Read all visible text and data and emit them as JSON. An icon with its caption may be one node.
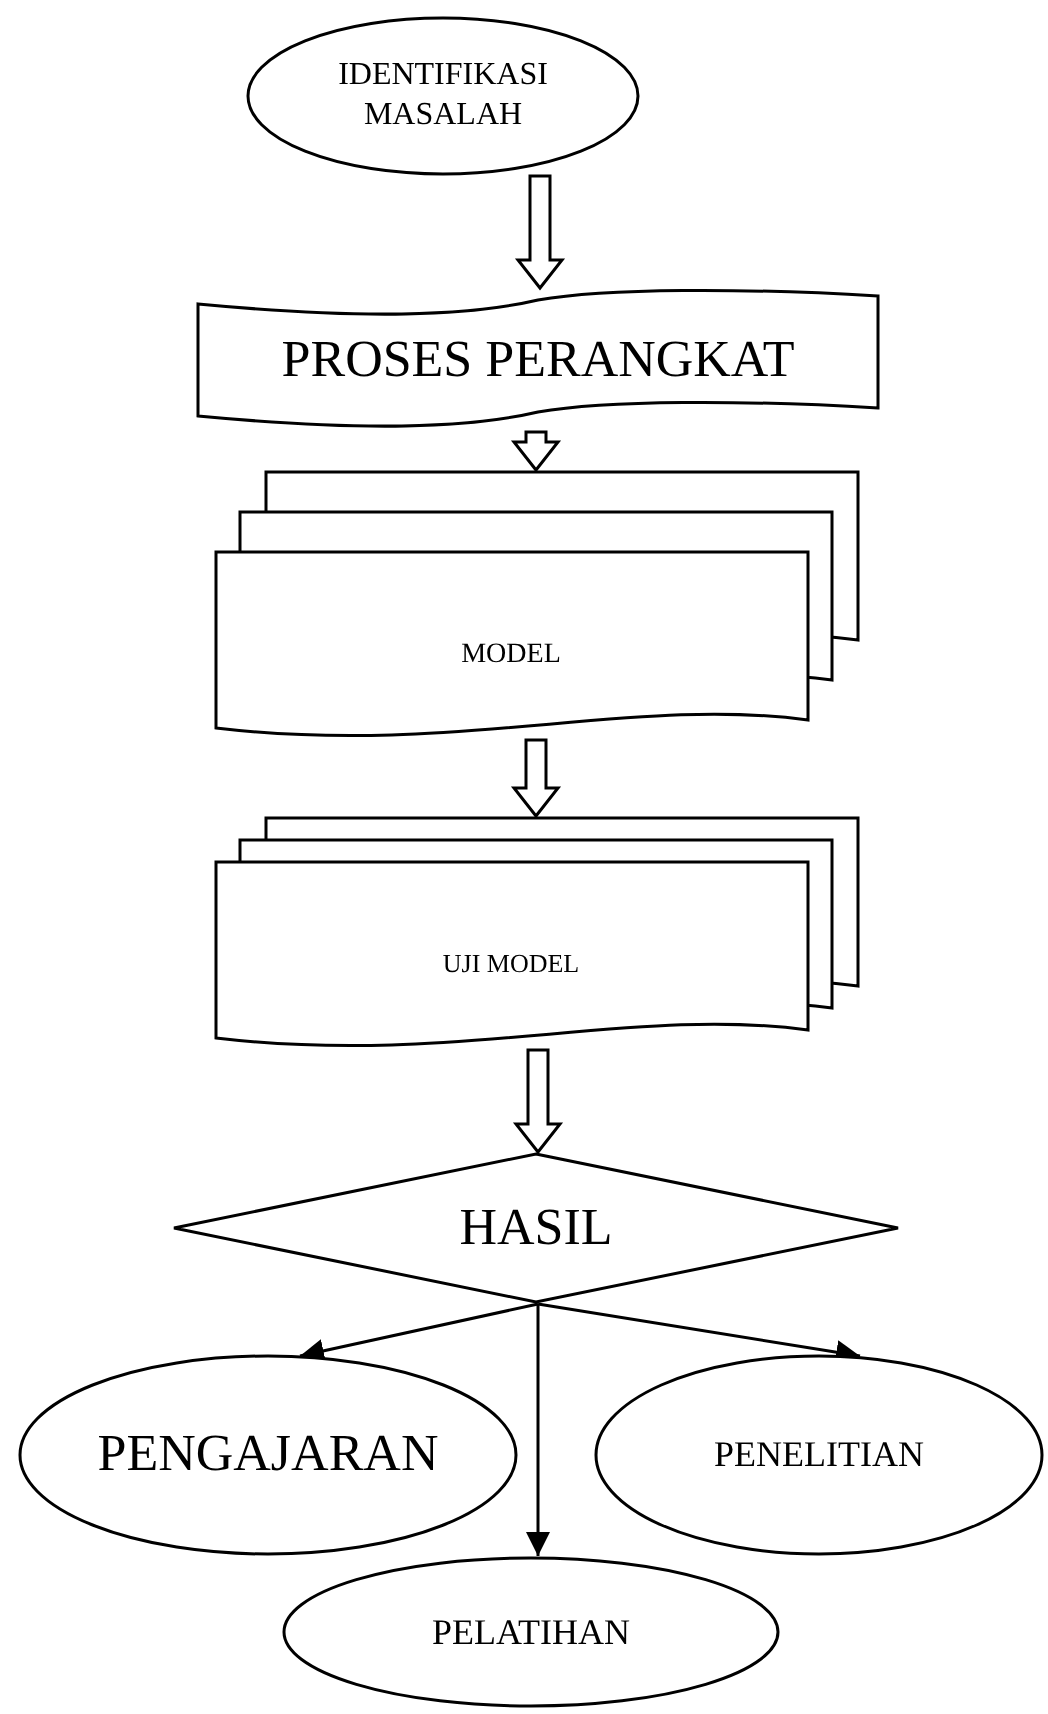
{
  "diagram": {
    "nodes": [
      {
        "text": [
          "IDENTIFIKASI MASALAH"
        ]
      },
      {
        "text": [
          "PROSES PERANGKAT"
        ]
      },
      {
        "text": [
          "MODEL"
        ]
      },
      {
        "text": [
          "UJI MODEL"
        ]
      },
      {
        "text": [
          "HASIL"
        ]
      },
      {
        "text": [
          "PENGAJARAN"
        ]
      },
      {
        "text": [
          "PENELITIAN"
        ]
      },
      {
        "text": [
          "PELATIHAN"
        ]
      }
    ],
    "edges": [
      {
        "from": 0,
        "to": 1,
        "arrow": "to",
        "style": "thick"
      },
      {
        "from": 1,
        "to": 2,
        "arrow": "to",
        "style": "thick"
      },
      {
        "from": 2,
        "to": 3,
        "arrow": "to",
        "style": "thick"
      },
      {
        "from": 3,
        "to": 4,
        "arrow": "to",
        "style": "thick"
      },
      {
        "from": 4,
        "to": 5,
        "arrow": "to"
      },
      {
        "from": 4,
        "to": 6,
        "arrow": "to"
      },
      {
        "from": 4,
        "to": 7,
        "arrow": "to"
      }
    ]
  }
}
